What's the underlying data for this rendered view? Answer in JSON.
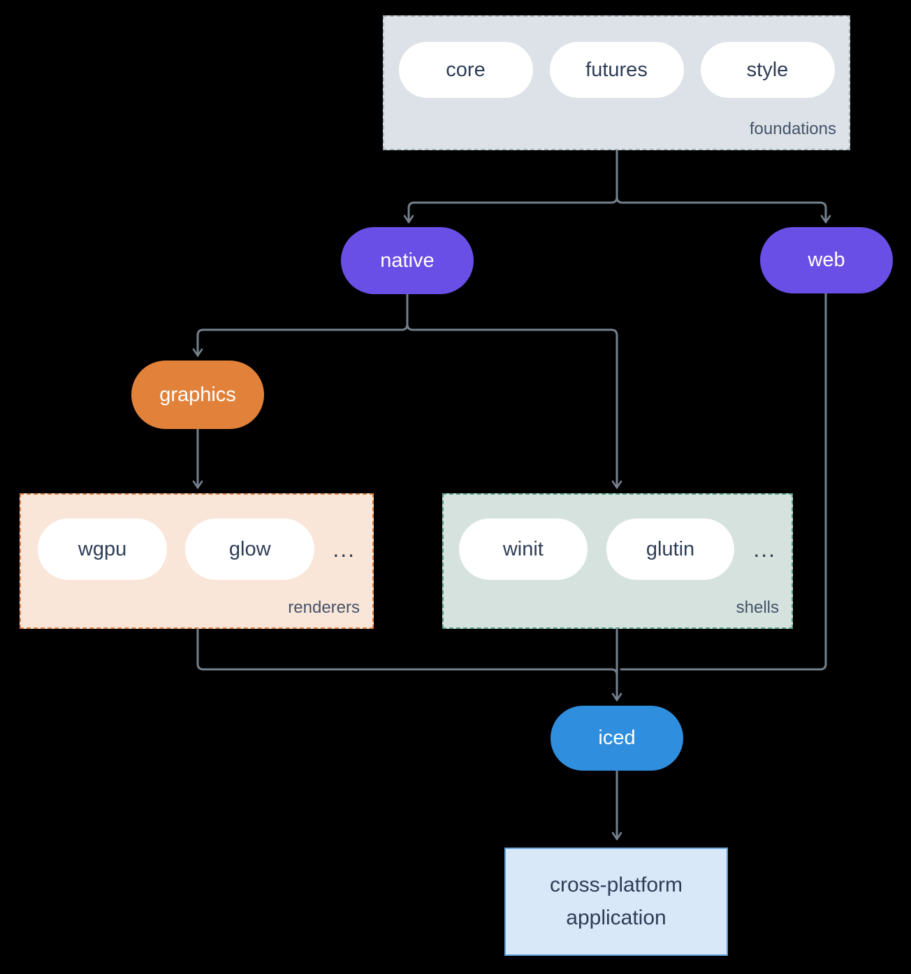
{
  "colors": {
    "background": "#000000",
    "arrow": "#75808e",
    "foundations_fill": "#dce2e7",
    "foundations_border": "#a5b0b8",
    "purple_node": "#6a4fe6",
    "orange_node": "#e2823a",
    "renderers_fill": "#fae6d8",
    "renderers_border": "#e0813d",
    "shells_fill": "#d5e2dd",
    "shells_border": "#57a28a",
    "blue_node": "#2f8edd",
    "app_fill": "#d8e8f8",
    "app_border": "#64a0d8",
    "node_text_dark": "#2e3d56",
    "node_text_light": "#ffffff"
  },
  "foundations": {
    "label": "foundations",
    "items": [
      "core",
      "futures",
      "style"
    ]
  },
  "native": {
    "label": "native"
  },
  "web": {
    "label": "web"
  },
  "graphics": {
    "label": "graphics"
  },
  "renderers": {
    "label": "renderers",
    "items": [
      "wgpu",
      "glow"
    ],
    "more": "..."
  },
  "shells": {
    "label": "shells",
    "items": [
      "winit",
      "glutin"
    ],
    "more": "..."
  },
  "iced": {
    "label": "iced"
  },
  "application": {
    "label": "cross-platform application"
  }
}
